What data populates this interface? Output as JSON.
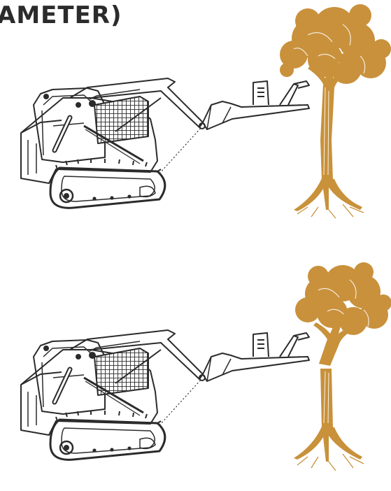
{
  "title": "AMETER)",
  "colors": {
    "ink": "#2b2b2b",
    "tree": "#c8913a",
    "foliage": "#c9913c",
    "background": "#ffffff"
  },
  "scenes": [
    {
      "name": "before-cut",
      "tree_state": "standing"
    },
    {
      "name": "after-cut",
      "tree_state": "severed"
    }
  ]
}
